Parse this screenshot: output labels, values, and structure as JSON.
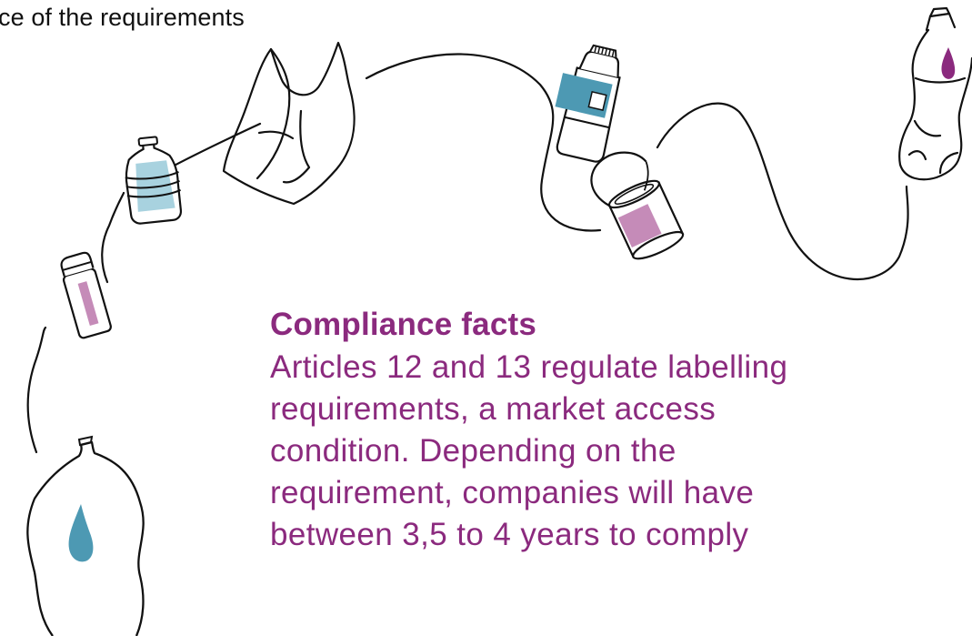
{
  "colors": {
    "accent": "#8b2a7e",
    "accent_light": "#c58bb8",
    "blue": "#4d99b3",
    "blue_light": "#a8d2df",
    "ink": "#111111"
  },
  "top_text": "ce of the requirements",
  "compliance": {
    "title": "Compliance facts",
    "lines": [
      "Articles 12 and 13 regulate labelling",
      "requirements, a market access",
      "condition. Depending on the",
      "requirement, companies will have",
      "between 3,5 to 4 years to comply"
    ]
  },
  "illustration": {
    "items": [
      "plastic-bottle-icon",
      "spray-can-icon",
      "water-jug-icon",
      "plastic-bag-icon",
      "powder-container-icon",
      "tin-can-icon",
      "squeeze-bottle-icon"
    ]
  }
}
